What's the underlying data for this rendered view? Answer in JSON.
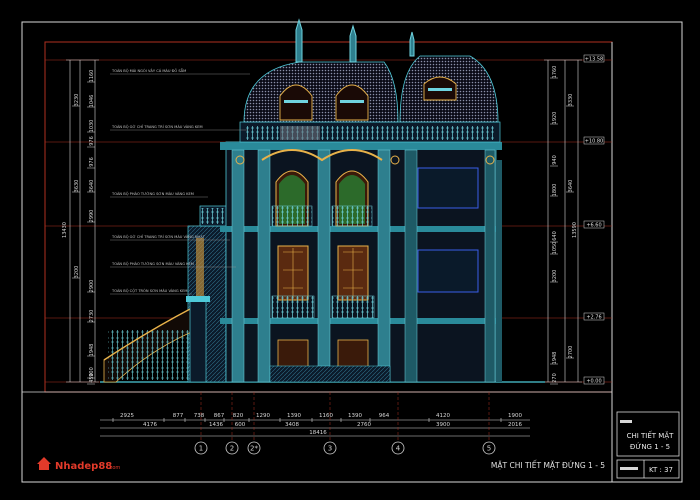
{
  "brand": {
    "name": "Nhadep88",
    "suffix": ".com"
  },
  "sheet": {
    "title_line1": "CHI TIẾT MẶT",
    "title_line2": "ĐỨNG 1 - 5",
    "code": "KT : 37",
    "caption": "MẶT CHI TIẾT MẶT ĐỨNG 1 - 5"
  },
  "colors": {
    "frame": "#d8d8d8",
    "border_red": "#b03020",
    "cyan": "#4ec9d8",
    "gold": "#e8b24a",
    "blue": "#3a5ee8",
    "dim_line": "#d8d8d8"
  },
  "dims_top": [
    "2925",
    "877",
    "738",
    "867",
    "820",
    "1290",
    "1390",
    "1160",
    "1390",
    "964",
    "4120",
    "1900"
  ],
  "dims_mid": [
    "4176",
    "1436",
    "600",
    "3408",
    "2760",
    "3900",
    "2016"
  ],
  "dims_total": "18416",
  "grid_axes": [
    "1",
    "2",
    "2*",
    "3",
    "4",
    "5"
  ],
  "left_dims_inner": [
    "1160",
    "1046",
    "1030",
    "976",
    "976",
    "3640",
    "2990",
    "2900",
    "2730",
    "1948",
    "900",
    "450"
  ],
  "left_dims_outer": [
    "3230",
    "3630",
    "3200"
  ],
  "left_total": "13430",
  "right_dims_inner": [
    "1760",
    "1920",
    "940",
    "1800",
    "640",
    "1050",
    "3200",
    "1948",
    "270"
  ],
  "right_dims_outer": [
    "3330",
    "3640",
    "2700"
  ],
  "right_total": "13590",
  "levels": [
    "+13.58",
    "+10.80",
    "+6.60",
    "+2.76",
    "+0.00"
  ],
  "notes": [
    "TOÀN BỘ MÁI NGÓI VẢY CÁ MÀU ĐỎ SẪM",
    "TOÀN BỘ GỜ CHỈ TRANG TRÍ SƠN MÀU VÀNG KEM",
    "TOÀN BỘ PHÀO TƯỜNG SƠN MÀU VÀNG KEM",
    "TOÀN BỘ GỜ CHỈ TRANG TRÍ SƠN MÀU VÀNG NHẠT",
    "TOÀN BỘ PHÀO TƯỜNG SƠN MÀU VÀNG KEM",
    "TOÀN BỘ CỘT TRÒN SƠN MÀU VÀNG KEM"
  ]
}
